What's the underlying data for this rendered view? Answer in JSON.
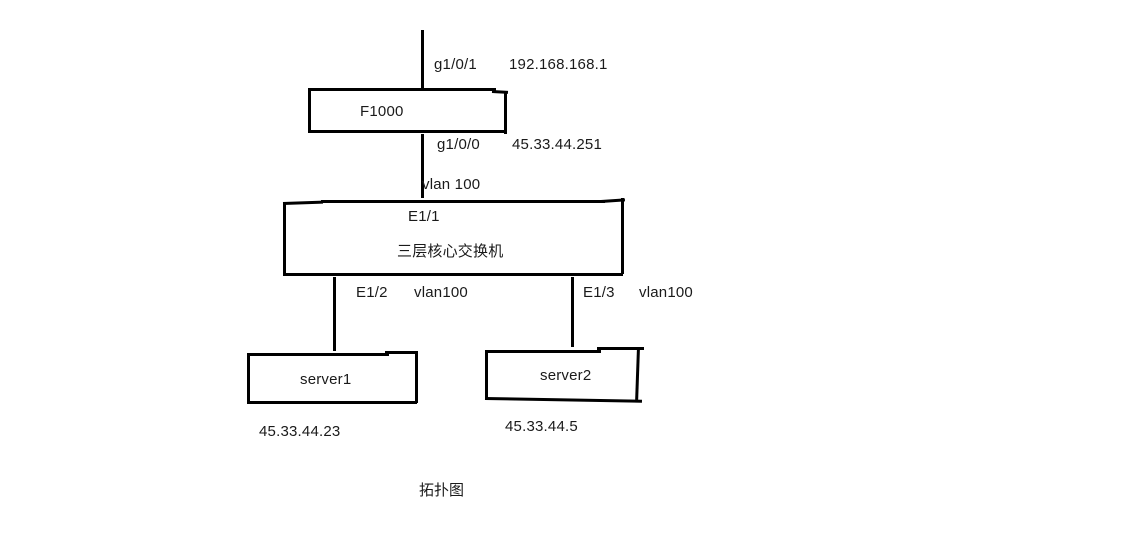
{
  "diagram": {
    "caption": "拓扑图",
    "nodes": [
      {
        "id": "firewall",
        "label": "F1000"
      },
      {
        "id": "core-switch",
        "label": "三层核心交换机",
        "port_label": "E1/1"
      },
      {
        "id": "server1",
        "label": "server1"
      },
      {
        "id": "server2",
        "label": "server2"
      }
    ],
    "annotations": {
      "uplink_port": "g1/0/1",
      "uplink_ip": "192.168.168.1",
      "downlink_port": "g1/0/0",
      "downlink_ip": "45.33.44.251",
      "core_uplink_vlan": "vlan 100",
      "server1_port": "E1/2",
      "server1_vlan": "vlan100",
      "server1_ip": "45.33.44.23",
      "server2_port": "E1/3",
      "server2_vlan": "vlan100",
      "server2_ip": "45.33.44.5"
    }
  }
}
